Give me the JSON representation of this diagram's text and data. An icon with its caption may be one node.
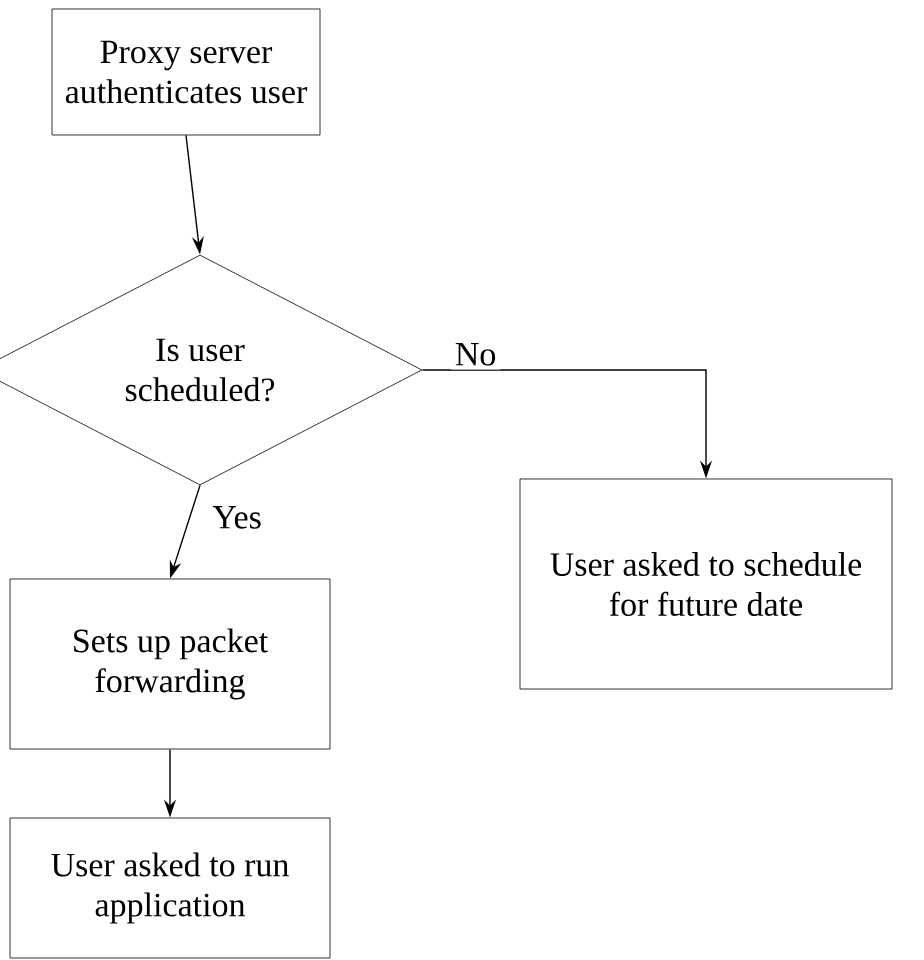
{
  "diagram": {
    "nodes": [
      {
        "text": [
          "Proxy server authenticates user"
        ]
      },
      {
        "text": [
          "Is user scheduled?"
        ]
      },
      {
        "text": [
          "User asked to schedule for future date"
        ]
      },
      {
        "text": [
          "Sets up packet forwarding"
        ]
      },
      {
        "text": [
          "User asked to run application"
        ]
      }
    ],
    "edges": [
      {
        "from": 0,
        "to": 1,
        "arrow": "to"
      },
      {
        "from": 1,
        "to": 2,
        "arrow": "to",
        "label": "No"
      },
      {
        "from": 1,
        "to": 3,
        "arrow": "to",
        "label": "Yes"
      },
      {
        "from": 3,
        "to": 4,
        "arrow": "to"
      }
    ]
  }
}
